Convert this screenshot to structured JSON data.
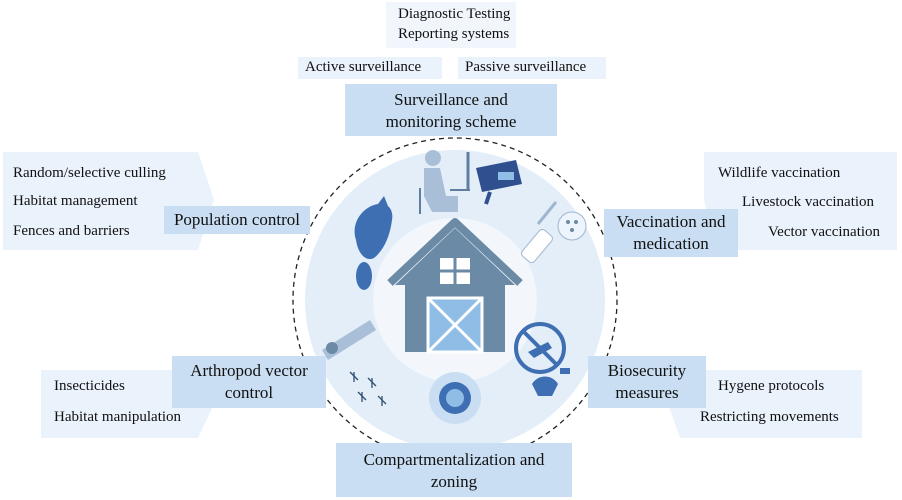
{
  "top": {
    "box_lines": [
      "Diagnostic Testing",
      "Reporting systems"
    ],
    "active": "Active surveillance",
    "passive": "Passive surveillance",
    "label_line1": "Surveillance and",
    "label_line2": "monitoring scheme"
  },
  "population": {
    "label": "Population control",
    "items": [
      "Random/selective culling",
      "Habitat management",
      "Fences and barriers"
    ]
  },
  "vaccination": {
    "label_line1": "Vaccination and",
    "label_line2": "medication",
    "items": [
      "Wildlife vaccination",
      "Livestock vaccination",
      "Vector vaccination"
    ]
  },
  "arthropod": {
    "label_line1": "Arthropod vector",
    "label_line2": "control",
    "items": [
      "Insecticides",
      "Habitat manipulation"
    ]
  },
  "biosecurity": {
    "label_line1": "Biosecurity",
    "label_line2": "measures",
    "items": [
      "Hygene protocols",
      "Restricting movements"
    ]
  },
  "bottom": {
    "label_line1": "Compartmentalization and",
    "label_line2": "zoning"
  },
  "colors": {
    "label_bg": "#c9def2",
    "pale_bg": "#eaf2fb",
    "circle_fill": "#e4eef9",
    "barn": "#6a8aa6",
    "barn_door": "#8fbde6",
    "icon_blue": "#3f6fb3"
  }
}
